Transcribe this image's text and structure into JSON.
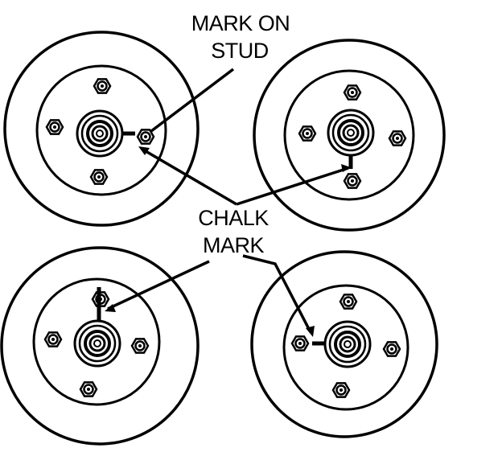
{
  "labels": {
    "mark_on_stud_line1": "MARK ON",
    "mark_on_stud_line2": "STUD",
    "chalk_mark_line1": "CHALK",
    "chalk_mark_line2": "MARK"
  },
  "colors": {
    "ink": "#000000",
    "background": "#ffffff"
  }
}
